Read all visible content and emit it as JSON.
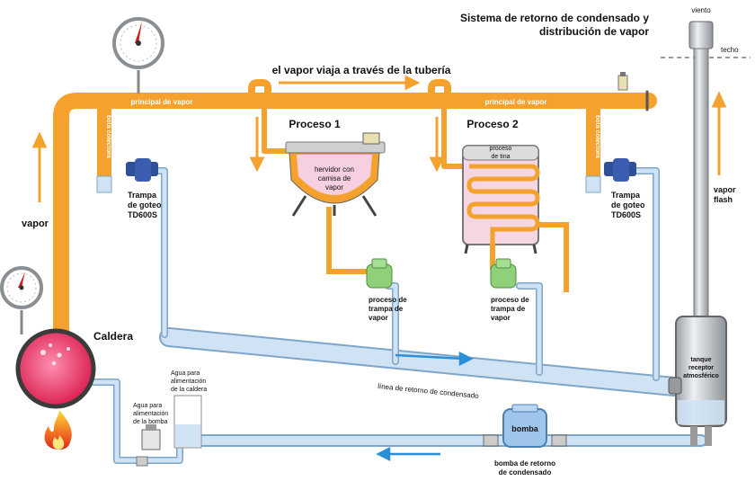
{
  "title": "Sistema de retorno de condensado y distribución de vapor",
  "title_line1": "Sistema de retorno de condensado y",
  "title_line2": "distribución de vapor",
  "labels": {
    "viento": "viento",
    "techo": "techo",
    "vapor_viaja": "el vapor viaja a través de la tubería",
    "principal_izq": "principal de vapor",
    "principal_der": "principal de vapor",
    "bota_izq": "bota colectora",
    "bota_der": "bota colectora",
    "proceso1": "Proceso 1",
    "proceso2": "Proceso 2",
    "hervidor_1": "hervidor con",
    "hervidor_2": "camisa de",
    "hervidor_3": "vapor",
    "tina_1": "proceso",
    "tina_2": "de tina",
    "trampa_izq_1": "Trampa",
    "trampa_izq_2": "de goteo",
    "trampa_izq_3": "TD600S",
    "trampa_der_1": "Trampa",
    "trampa_der_2": "de goteo",
    "trampa_der_3": "TD600S",
    "vapor": "vapor",
    "vapor_flash_1": "vapor",
    "vapor_flash_2": "flash",
    "caldera": "Caldera",
    "proceso_trampa1_1": "proceso de",
    "proceso_trampa1_2": "trampa de",
    "proceso_trampa1_3": "vapor",
    "proceso_trampa2_1": "proceso de",
    "proceso_trampa2_2": "trampa de",
    "proceso_trampa2_3": "vapor",
    "linea_retorno": "línea de retorno de condensado",
    "tanque_1": "tanque",
    "tanque_2": "receptor",
    "tanque_3": "atmosférico",
    "agua_caldera_1": "Agua para",
    "agua_caldera_2": "alimentación",
    "agua_caldera_3": "de la caldera",
    "agua_bomba_1": "Agua para",
    "agua_bomba_2": "alimentación",
    "agua_bomba_3": "de la bomba",
    "bomba": "bomba",
    "bomba_retorno_1": "bomba de retorno",
    "bomba_retorno_2": "de condensado"
  },
  "colors": {
    "steam": "#f5a12d",
    "condensate": "#cfe3f5",
    "condensate_stroke": "#7ea6c8",
    "trap_green": "#8ed17a",
    "trap_blue": "#2f4f9a",
    "arrow_blue": "#2a8fd6",
    "boiler_red": "#e0305a"
  }
}
